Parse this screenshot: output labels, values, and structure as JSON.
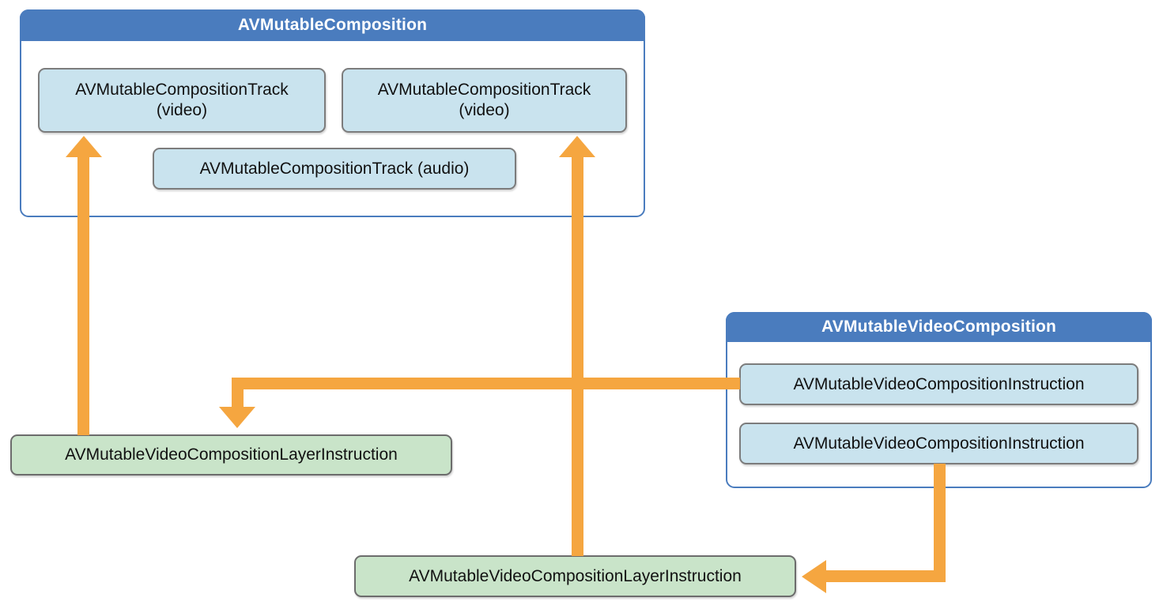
{
  "colors": {
    "header-blue": "#4A7CBE",
    "box-blue-fill": "#C9E3EE",
    "box-gray-border": "#7C7C7C",
    "green-fill": "#C9E4C9",
    "green-border": "#6C6C6C",
    "arrow-orange": "#F5A640",
    "text": "#111111",
    "header-text": "#FFFFFF"
  },
  "containers": {
    "composition": {
      "title": "AVMutableComposition",
      "tracks": [
        {
          "line1": "AVMutableCompositionTrack",
          "line2": "(video)"
        },
        {
          "line1": "AVMutableCompositionTrack",
          "line2": "(video)"
        },
        {
          "label": "AVMutableCompositionTrack (audio)"
        }
      ]
    },
    "video_composition": {
      "title": "AVMutableVideoComposition",
      "instructions": [
        {
          "label": "AVMutableVideoCompositionInstruction"
        },
        {
          "label": "AVMutableVideoCompositionInstruction"
        }
      ]
    }
  },
  "layer_instructions": [
    {
      "label": "AVMutableVideoCompositionLayerInstruction"
    },
    {
      "label": "AVMutableVideoCompositionLayerInstruction"
    }
  ]
}
